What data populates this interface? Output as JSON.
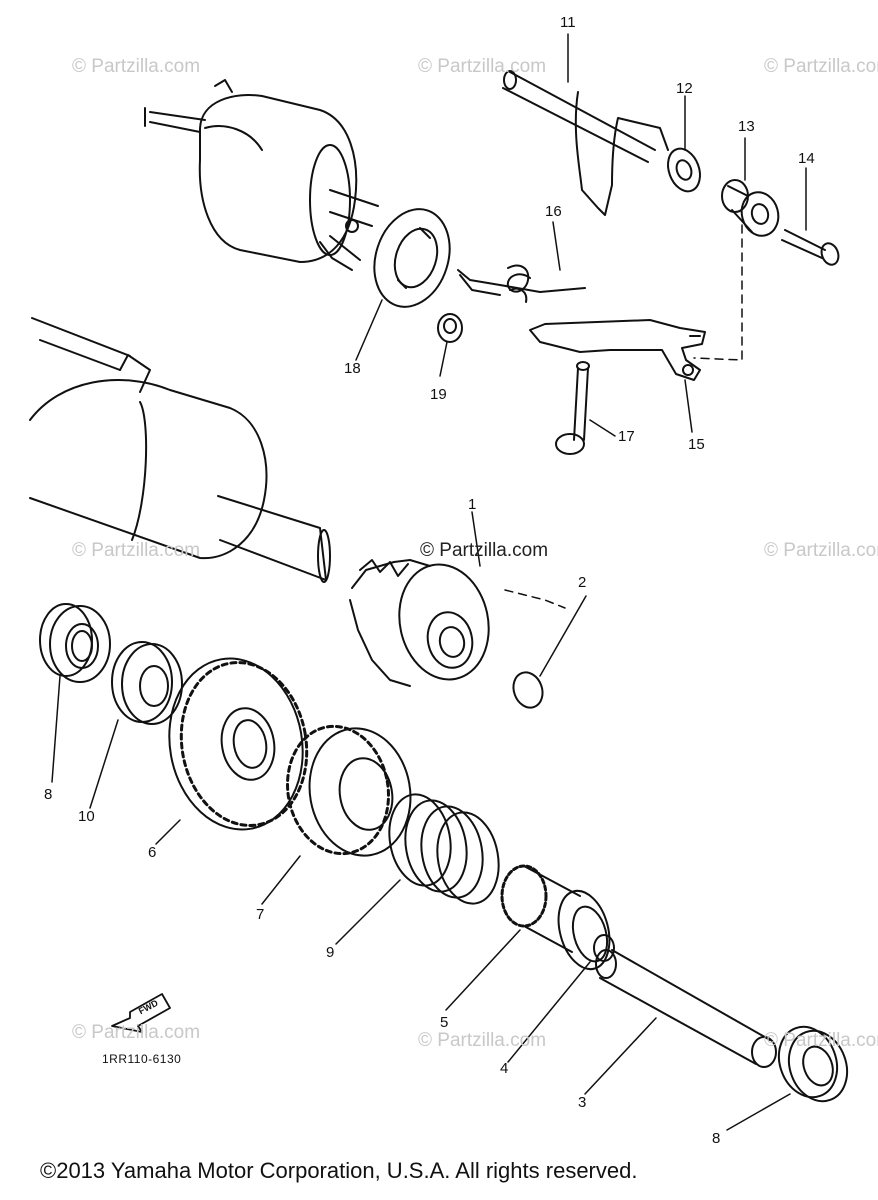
{
  "watermarks": [
    "© Partzilla.com",
    "© Partzilla.com",
    "© Partzilla.com",
    "© Partzilla.com",
    "© Partzilla.com",
    "© Partzilla.com",
    "© Partzilla.com",
    "© Partzilla.com"
  ],
  "watermark_center": "© Partzilla.com",
  "part_labels": [
    "11",
    "12",
    "13",
    "14",
    "16",
    "18",
    "19",
    "17",
    "15",
    "1",
    "2",
    "8",
    "10",
    "6",
    "7",
    "9",
    "5",
    "4",
    "3",
    "8"
  ],
  "diagram_code": "1RR110-6130",
  "fwd_label": "FWD",
  "copyright": "©2013 Yamaha Motor Corporation, U.S.A. All rights reserved.",
  "colors": {
    "line": "#111111",
    "watermark": "#c8c8c8",
    "background": "#ffffff"
  }
}
